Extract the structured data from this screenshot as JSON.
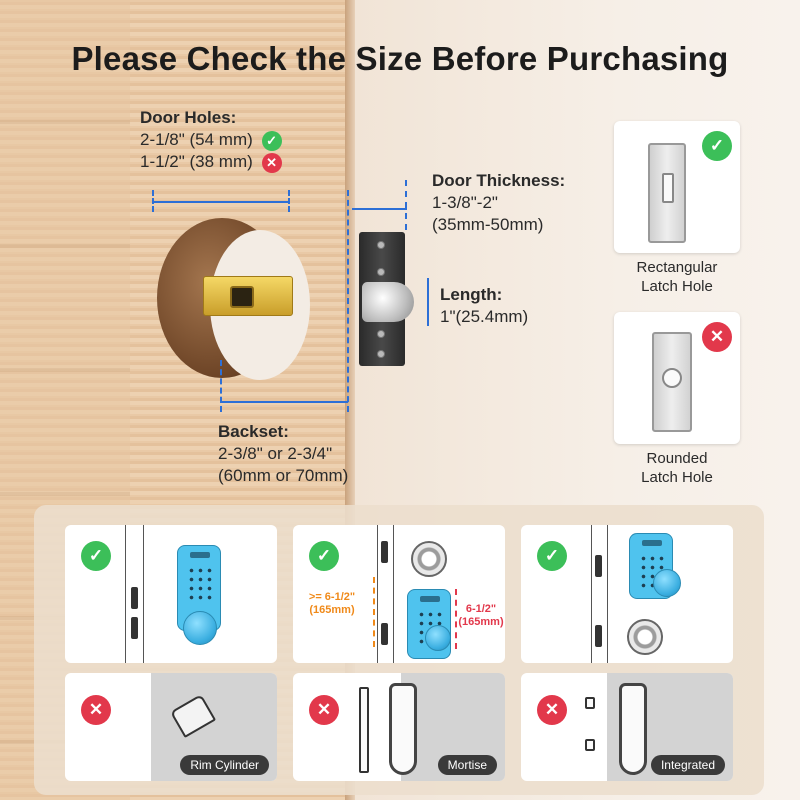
{
  "title": "Please Check the Size Before Purchasing",
  "door_holes": {
    "heading": "Door Holes:",
    "size_ok": "2-1/8\" (54 mm)",
    "size_no": "1-1/2\" (38 mm)"
  },
  "door_thickness": {
    "heading": "Door Thickness:",
    "value_in": "1-3/8\"-2\"",
    "value_mm": "(35mm-50mm)"
  },
  "length": {
    "heading": "Length:",
    "value": "1\"(25.4mm)"
  },
  "backset": {
    "heading": "Backset:",
    "value_in": "2-3/8\" or 2-3/4\"",
    "value_mm": "(60mm or 70mm)"
  },
  "latch_options": [
    {
      "caption_line1": "Rectangular",
      "caption_line2": "Latch Hole",
      "status": "ok"
    },
    {
      "caption_line1": "Rounded",
      "caption_line2": "Latch Hole",
      "status": "no"
    }
  ],
  "install_ok": [
    {
      "status": "ok"
    },
    {
      "status": "ok",
      "min_label": ">= 6-1/2\"",
      "min_label_mm": "(165mm)",
      "dist_label": "6-1/2\"",
      "dist_label_mm": "(165mm)"
    },
    {
      "status": "ok"
    }
  ],
  "install_no": [
    {
      "status": "no",
      "tag": "Rim Cylinder"
    },
    {
      "status": "no",
      "tag": "Mortise"
    },
    {
      "status": "no",
      "tag": "Integrated"
    }
  ],
  "icons": {
    "ok": "check-icon",
    "no": "cross-icon"
  },
  "glyphs": {
    "ok": "✓",
    "no": "✕"
  },
  "colors": {
    "ok": "#3cbf59",
    "no": "#e2384b",
    "dimension": "#2d6fd6",
    "keypad": "#4fc3ee"
  }
}
